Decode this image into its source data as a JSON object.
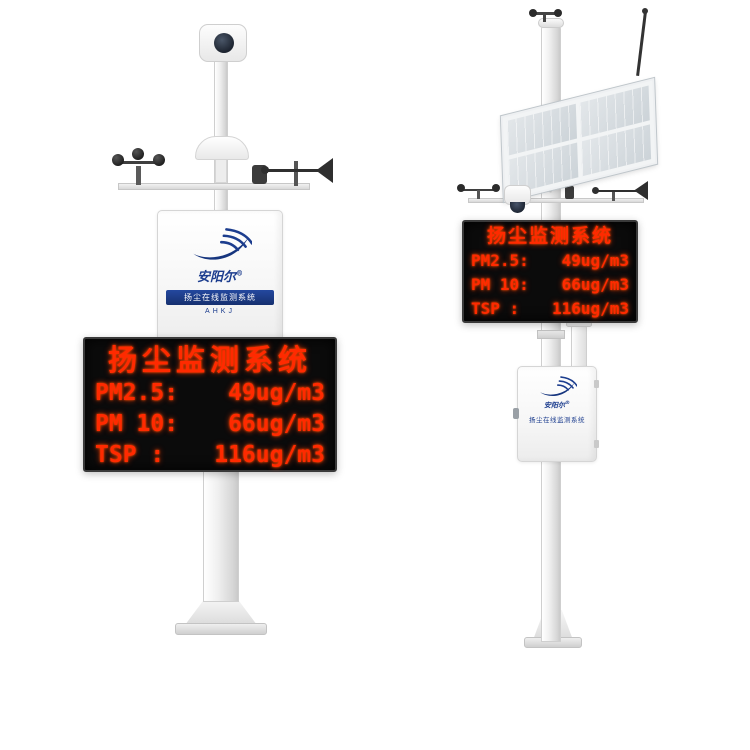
{
  "colors": {
    "led_red": "#ff2a00",
    "brand_blue": "#1c3d8e",
    "panel_black": "#0b0b0b",
    "background": "#ffffff"
  },
  "left_station": {
    "brand": "安阳尔",
    "reg_mark": "®",
    "panel_title": "扬尘在线监测系统",
    "panel_subtitle": "AHKJ",
    "display": {
      "title": "扬尘监测系统",
      "rows": [
        {
          "label": "PM2.5:",
          "value": "49ug/m3"
        },
        {
          "label": "PM 10:",
          "value": "66ug/m3"
        },
        {
          "label": "TSP :",
          "value": "116ug/m3"
        }
      ]
    }
  },
  "right_station": {
    "brand": "安阳尔",
    "reg_mark": "®",
    "panel_title": "扬尘在线监测系统",
    "display": {
      "title": "扬尘监测系统",
      "rows": [
        {
          "label": "PM2.5:",
          "value": "49ug/m3"
        },
        {
          "label": "PM 10:",
          "value": "66ug/m3"
        },
        {
          "label": "TSP :",
          "value": "116ug/m3"
        }
      ]
    }
  }
}
